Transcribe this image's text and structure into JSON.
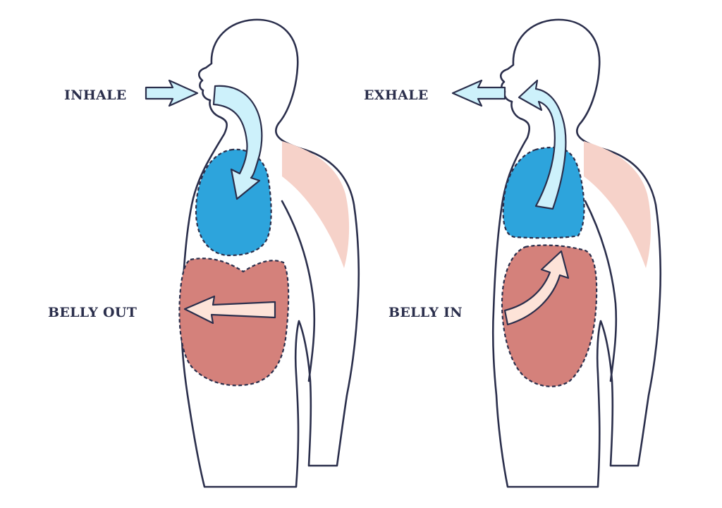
{
  "labels": {
    "inhale": "INHALE",
    "exhale": "EXHALE",
    "belly_out": "BELLY OUT",
    "belly_in": "BELLY IN"
  },
  "colors": {
    "skin": "#fbe4de",
    "skin_shadow": "#f6d2c9",
    "lungs": "#2da4dc",
    "belly": "#d4817b",
    "air_arrow": "#cdf1fb",
    "belly_arrow": "#fde3d8",
    "outline": "#2b2f4c"
  }
}
